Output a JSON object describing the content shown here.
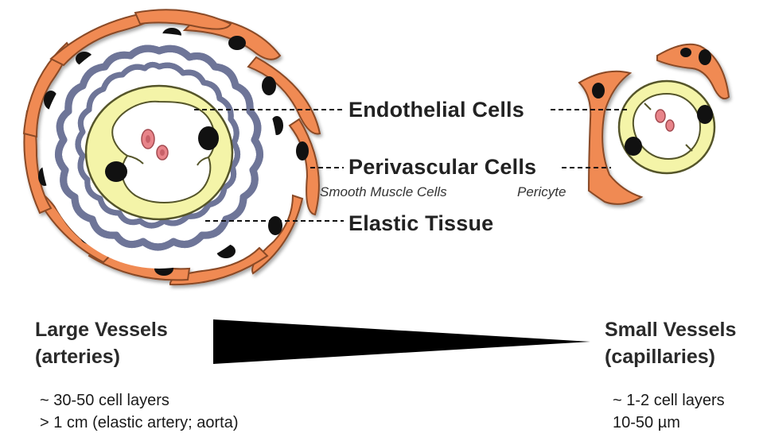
{
  "labels": {
    "endothelial": "Endothelial Cells",
    "perivascular": "Perivascular Cells",
    "smooth_muscle": "Smooth Muscle Cells",
    "pericyte": "Pericyte",
    "elastic": "Elastic Tissue"
  },
  "large": {
    "line1": "Large Vessels",
    "line2": "(arteries)",
    "info1": "~ 30-50 cell layers",
    "info2": "> 1 cm (elastic artery; aorta)"
  },
  "small": {
    "line1": "Small Vessels",
    "line2": "(capillaries)",
    "info1": "~ 1-2 cell layers",
    "info2": "10-50 µm"
  },
  "colors": {
    "smooth_muscle": "#f08a52",
    "endothelium": "#f4f4a8",
    "elastic": "#8e96b6",
    "nucleus": "#111111",
    "red_cell": "#e8848a",
    "wedge": "#000000"
  }
}
